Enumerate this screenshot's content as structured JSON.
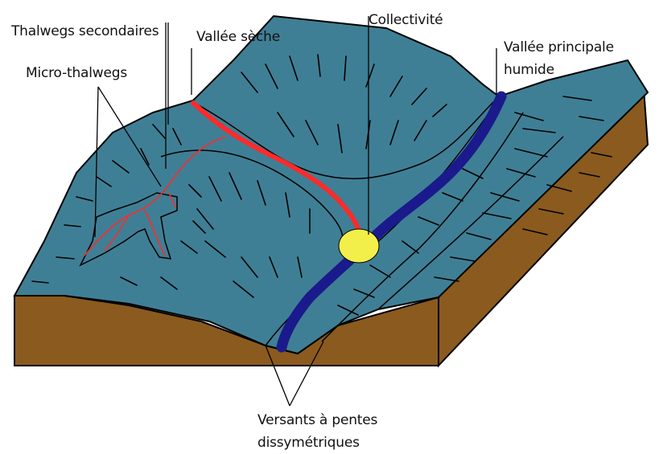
{
  "labels": {
    "thalwegs_secondaires": "Thalwegs secondaires",
    "vallee_seche": "Vallée sèche",
    "collectivite": "Collectivité",
    "vallee_principale_line1": "Vallée principale",
    "vallee_principale_line2": "humide",
    "micro_thalwegs": "Micro-thalwegs",
    "versants_line1": "Versants à pentes",
    "versants_line2": "dissymétriques"
  },
  "colors": {
    "terrain": "#3f7f95",
    "soil": "#8b5a1e",
    "dry_valley": "#ff2a2a",
    "wet_valley": "#1a1a8c",
    "settlement": "#f2ef4a",
    "outline": "#000000"
  }
}
